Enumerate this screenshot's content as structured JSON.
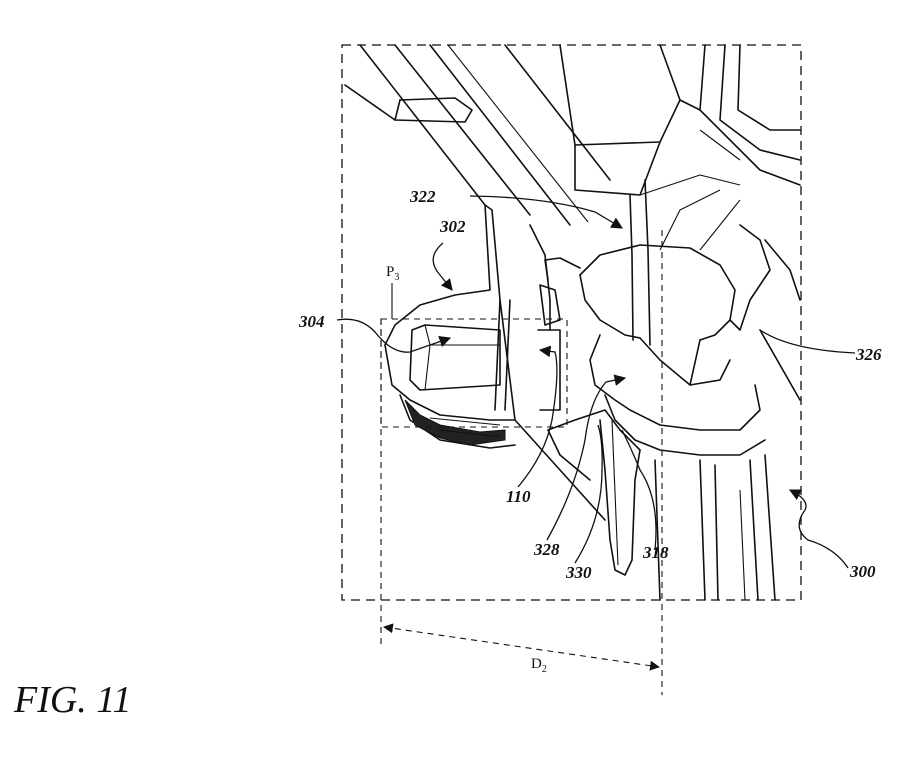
{
  "figure": {
    "title": "FIG. 11"
  },
  "labels": {
    "l300": "300",
    "l302": "302",
    "l304": "304",
    "l322": "322",
    "l326": "326",
    "l110": "110",
    "l328": "328",
    "l330": "330",
    "l318": "318"
  },
  "dimensions": {
    "p3": "P",
    "p3_sub": "3",
    "d2": "D",
    "d2_sub": "2"
  }
}
